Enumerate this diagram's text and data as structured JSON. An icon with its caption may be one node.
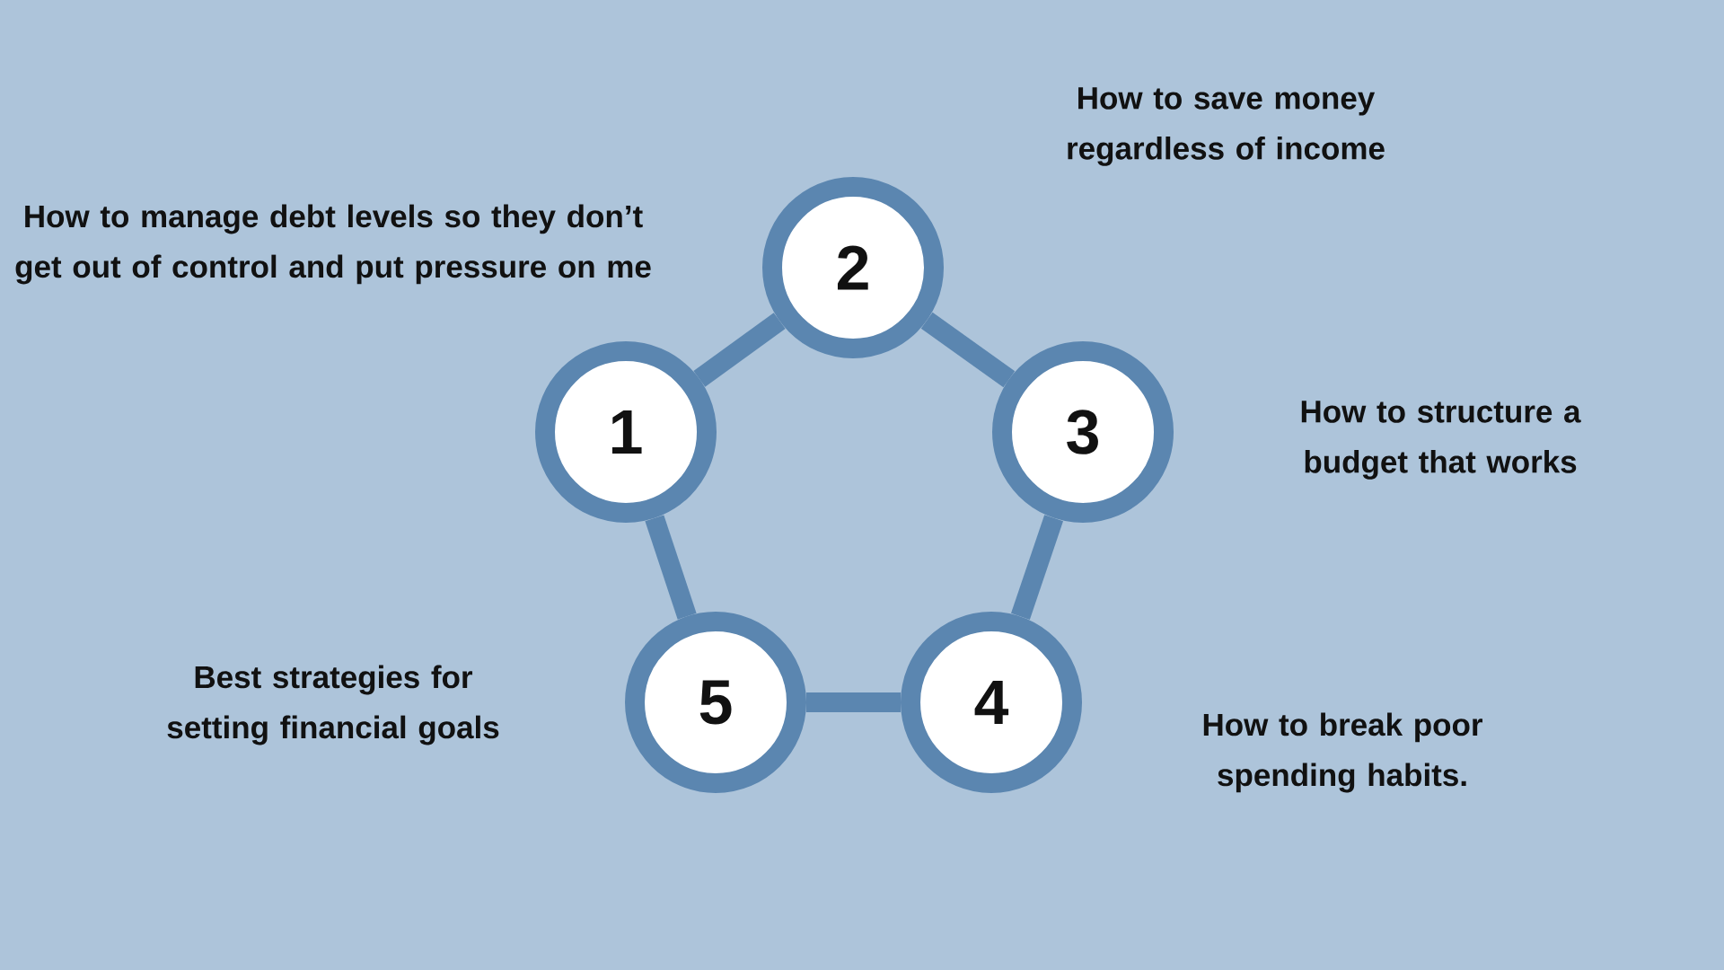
{
  "diagram": {
    "nodes": [
      {
        "text": [
          "1"
        ]
      },
      {
        "text": [
          "2"
        ]
      },
      {
        "text": [
          "3"
        ]
      },
      {
        "text": [
          "4"
        ]
      },
      {
        "text": [
          "5"
        ]
      }
    ],
    "edges": [
      {
        "from": 0,
        "to": 1,
        "arrow": "none"
      },
      {
        "from": 1,
        "to": 2,
        "arrow": "none"
      },
      {
        "from": 2,
        "to": 3,
        "arrow": "none"
      },
      {
        "from": 3,
        "to": 4,
        "arrow": "none"
      },
      {
        "from": 4,
        "to": 0,
        "arrow": "none"
      }
    ],
    "labels": [
      "How to save money regardless of income",
      "How to manage debt levels so they don’t get out of control and put pressure on me",
      "How to structure a budget that works",
      "Best strategies for setting financial goals",
      "How to break poor spending habits."
    ]
  }
}
